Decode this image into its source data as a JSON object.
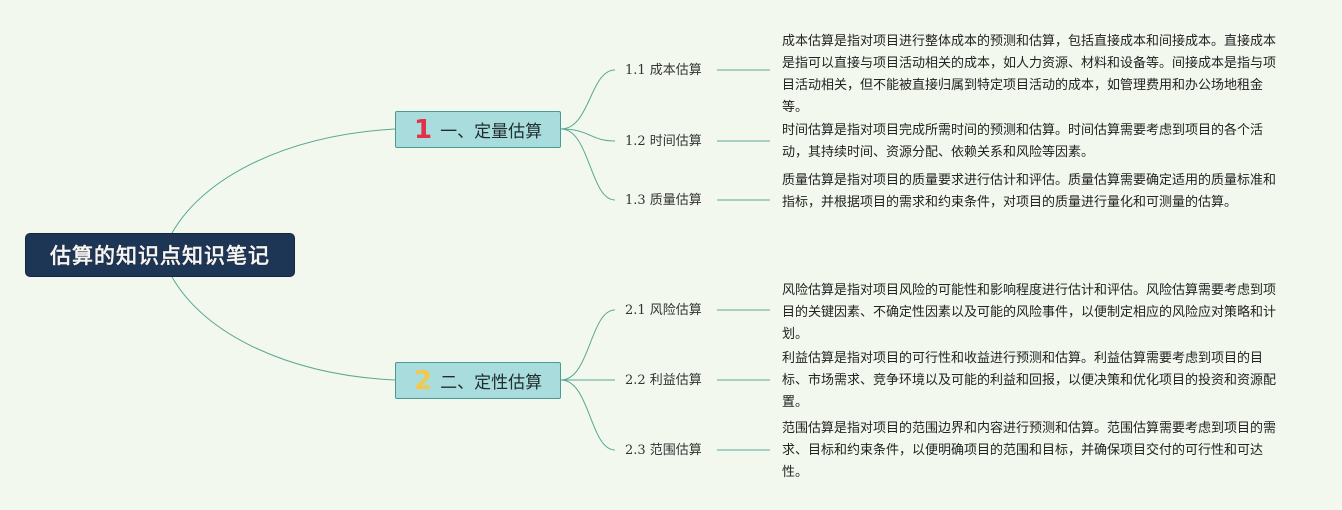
{
  "root": {
    "title": "估算的知识点知识笔记"
  },
  "branches": [
    {
      "number": "1",
      "number_color": "#e0334a",
      "label": "一、定量估算",
      "topics": [
        {
          "label": "1.1 成本估算",
          "desc": "成本估算是指对项目进行整体成本的预测和估算，包括直接成本和间接成本。直接成本是指可以直接与项目活动相关的成本，如人力资源、材料和设备等。间接成本是指与项目活动相关，但不能被直接归属到特定项目活动的成本，如管理费用和办公场地租金等。"
        },
        {
          "label": "1.2 时间估算",
          "desc": "时间估算是指对项目完成所需时间的预测和估算。时间估算需要考虑到项目的各个活动，其持续时间、资源分配、依赖关系和风险等因素。"
        },
        {
          "label": "1.3 质量估算",
          "desc": "质量估算是指对项目的质量要求进行估计和评估。质量估算需要确定适用的质量标准和指标，并根据项目的需求和约束条件，对项目的质量进行量化和可测量的估算。"
        }
      ]
    },
    {
      "number": "2",
      "number_color": "#f2c94c",
      "label": "二、定性估算",
      "topics": [
        {
          "label": "2.1 风险估算",
          "desc": "风险估算是指对项目风险的可能性和影响程度进行估计和评估。风险估算需要考虑到项目的关键因素、不确定性因素以及可能的风险事件，以便制定相应的风险应对策略和计划。"
        },
        {
          "label": "2.2 利益估算",
          "desc": "利益估算是指对项目的可行性和收益进行预测和估算。利益估算需要考虑到项目的目标、市场需求、竞争环境以及可能的利益和回报，以便决策和优化项目的投资和资源配置。"
        },
        {
          "label": "2.3 范围估算",
          "desc": "范围估算是指对项目的范围边界和内容进行预测和估算。范围估算需要考虑到项目的需求、目标和约束条件，以便明确项目的范围和目标，并确保项目交付的可行性和可达性。"
        }
      ]
    }
  ],
  "colors": {
    "line": "#5aa894",
    "background": "#f3f8ee"
  }
}
